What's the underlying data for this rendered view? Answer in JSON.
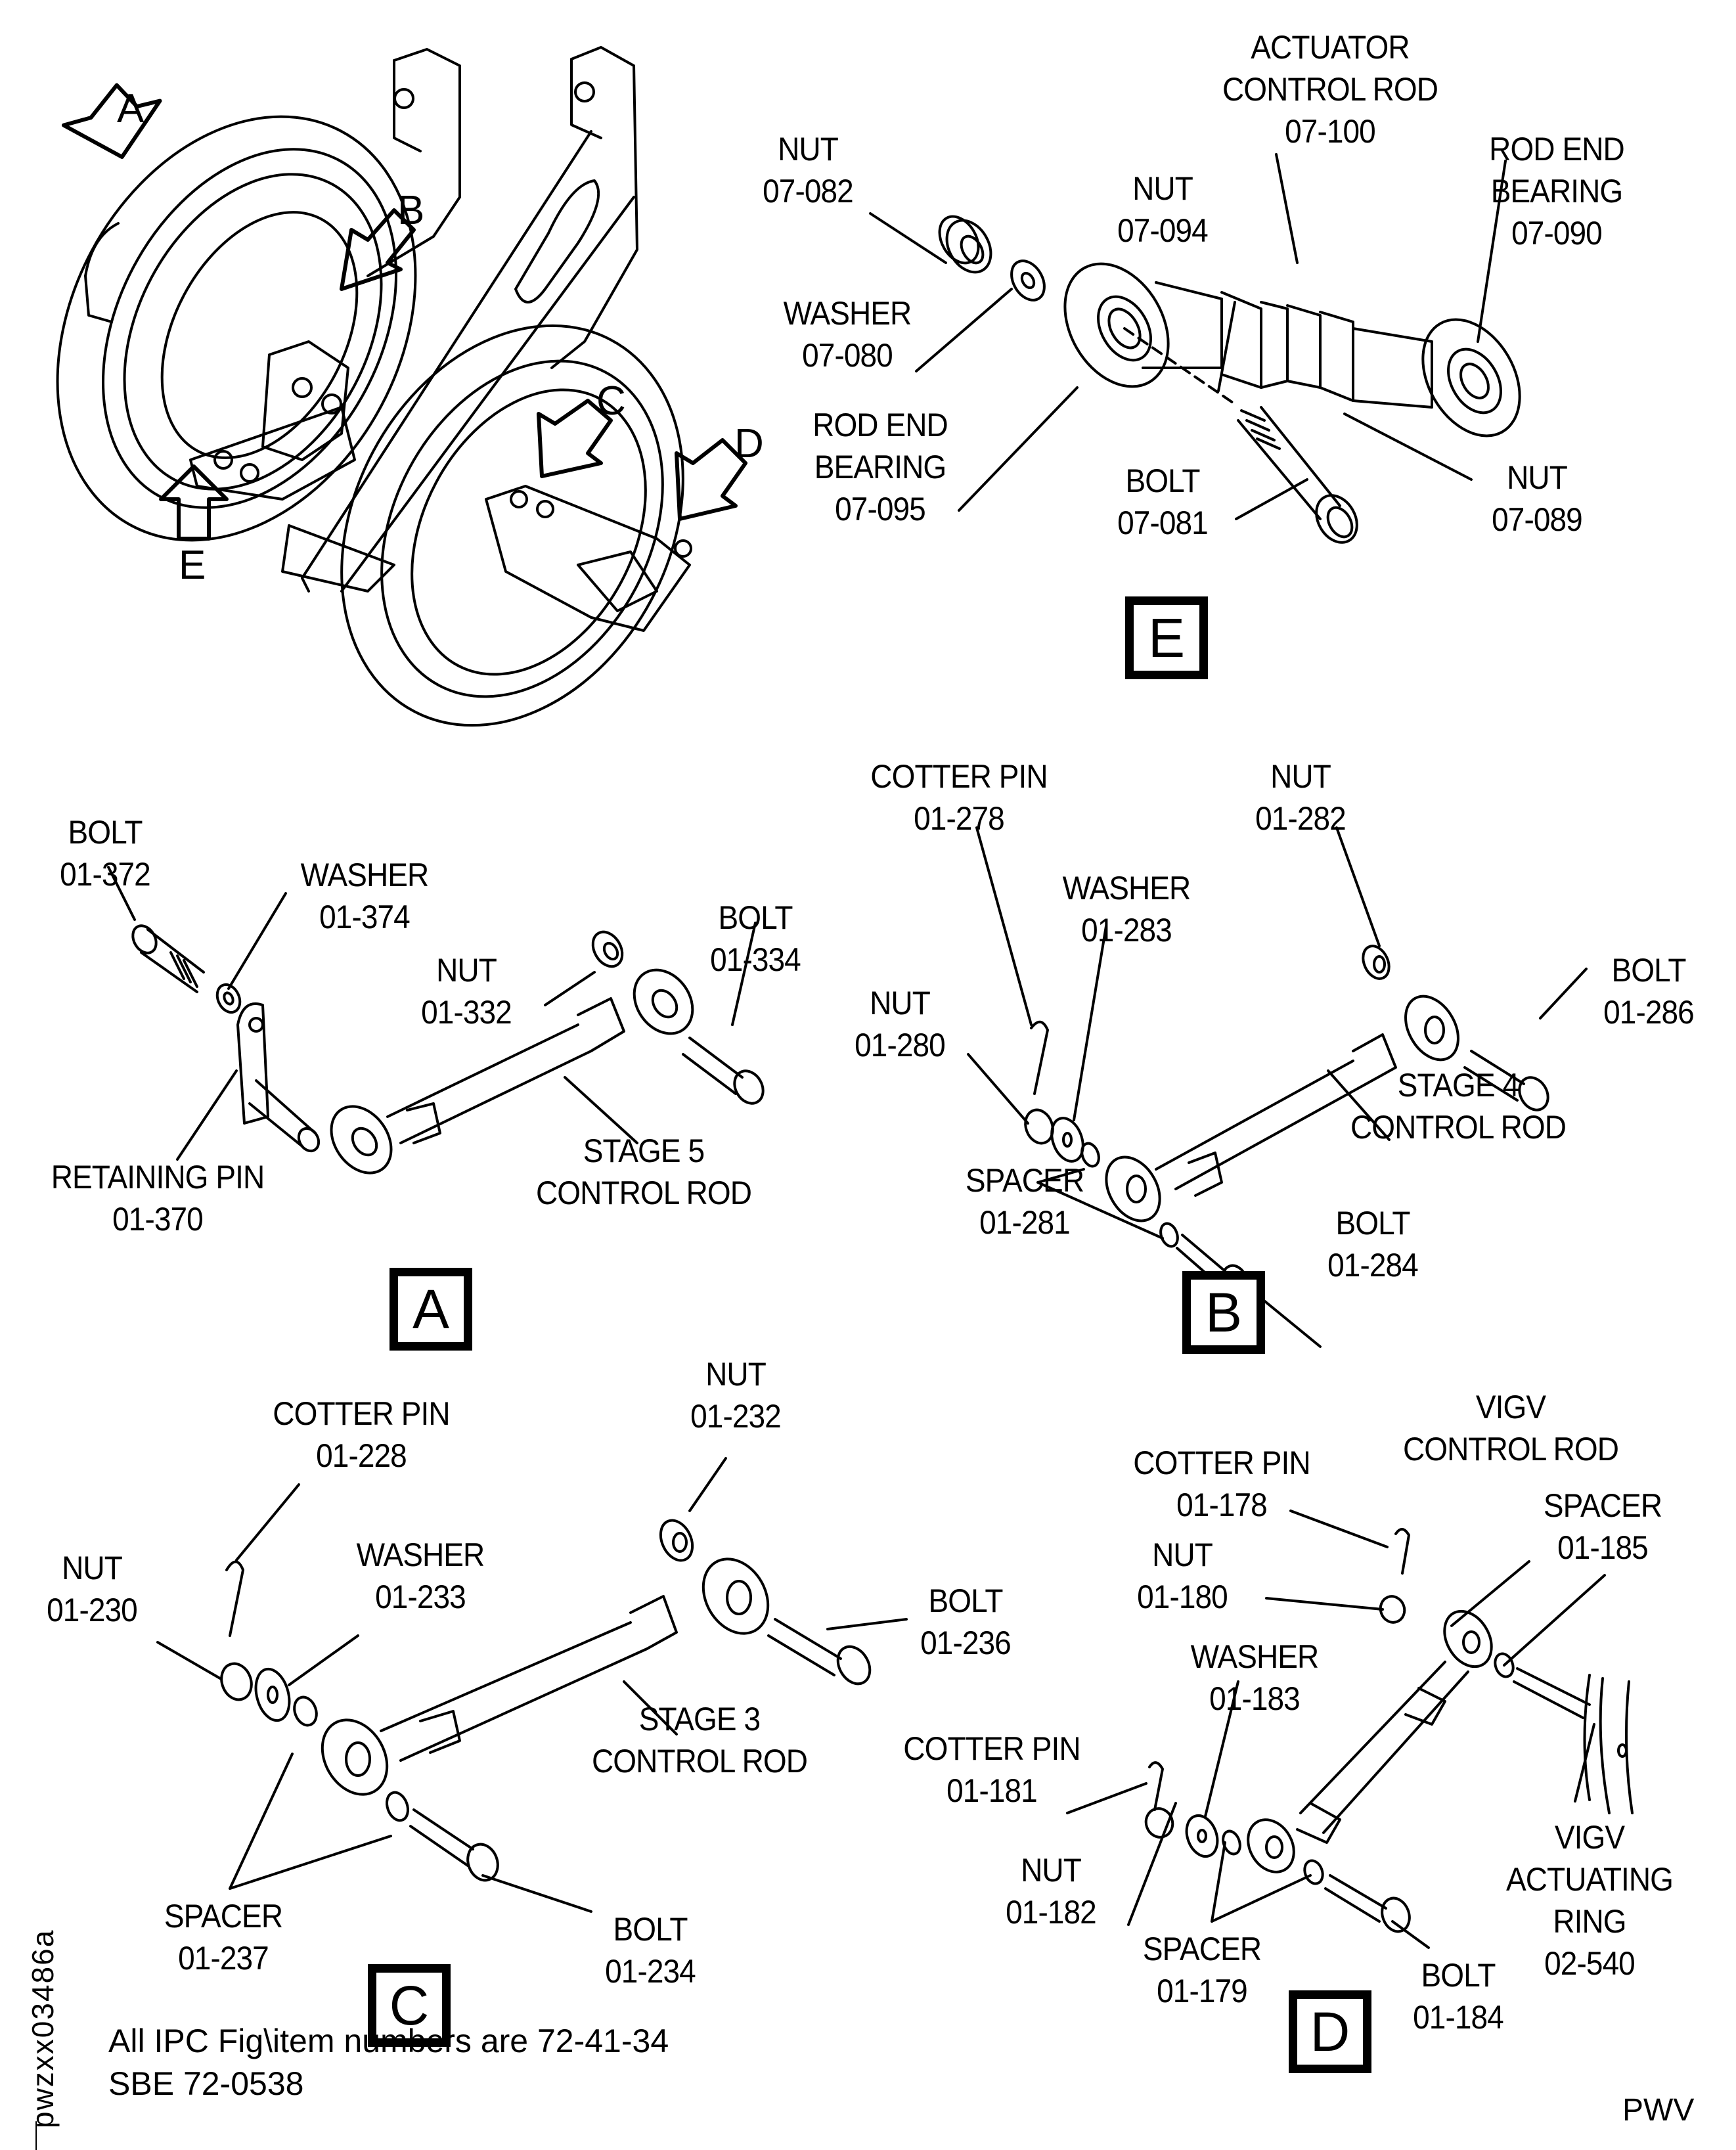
{
  "overview": {
    "callouts": [
      "A",
      "B",
      "C",
      "D",
      "E"
    ]
  },
  "view_e": {
    "view_label": "E",
    "parts": [
      {
        "name": "NUT",
        "item": "07-082"
      },
      {
        "name": "WASHER",
        "item": "07-080"
      },
      {
        "name": "ROD END BEARING",
        "item": "07-095"
      },
      {
        "name": "NUT",
        "item": "07-094"
      },
      {
        "name": "ACTUATOR CONTROL ROD",
        "item": "07-100"
      },
      {
        "name": "ROD END BEARING",
        "item": "07-090"
      },
      {
        "name": "BOLT",
        "item": "07-081"
      },
      {
        "name": "NUT",
        "item": "07-089"
      }
    ],
    "labels": {
      "nut_082": [
        "NUT",
        "07-082"
      ],
      "washer_080": [
        "WASHER",
        "07-080"
      ],
      "rod_end_095": [
        "ROD END",
        "BEARING",
        "07-095"
      ],
      "nut_094": [
        "NUT",
        "07-094"
      ],
      "actuator_100": [
        "ACTUATOR",
        "CONTROL ROD",
        "07-100"
      ],
      "rod_end_090": [
        "ROD END",
        "BEARING",
        "07-090"
      ],
      "bolt_081": [
        "BOLT",
        "07-081"
      ],
      "nut_089": [
        "NUT",
        "07-089"
      ]
    }
  },
  "view_a": {
    "view_label": "A",
    "labels": {
      "bolt_372": [
        "BOLT",
        "01-372"
      ],
      "washer_374": [
        "WASHER",
        "01-374"
      ],
      "nut_332": [
        "NUT",
        "01-332"
      ],
      "bolt_334": [
        "BOLT",
        "01-334"
      ],
      "pin_370": [
        "RETAINING PIN",
        "01-370"
      ],
      "rod_stage5": [
        "STAGE 5",
        "CONTROL ROD"
      ]
    }
  },
  "view_b": {
    "view_label": "B",
    "labels": {
      "cotter_278": [
        "COTTER PIN",
        "01-278"
      ],
      "nut_282": [
        "NUT",
        "01-282"
      ],
      "washer_283": [
        "WASHER",
        "01-283"
      ],
      "nut_280": [
        "NUT",
        "01-280"
      ],
      "bolt_286": [
        "BOLT",
        "01-286"
      ],
      "rod_stage4": [
        "STAGE 4",
        "CONTROL ROD"
      ],
      "spacer_281": [
        "SPACER",
        "01-281"
      ],
      "bolt_284": [
        "BOLT",
        "01-284"
      ]
    }
  },
  "view_c": {
    "view_label": "C",
    "labels": {
      "nut_232": [
        "NUT",
        "01-232"
      ],
      "cotter_228": [
        "COTTER PIN",
        "01-228"
      ],
      "nut_230": [
        "NUT",
        "01-230"
      ],
      "washer_233": [
        "WASHER",
        "01-233"
      ],
      "bolt_236": [
        "BOLT",
        "01-236"
      ],
      "rod_stage3": [
        "STAGE 3",
        "CONTROL ROD"
      ],
      "spacer_237": [
        "SPACER",
        "01-237"
      ],
      "bolt_234": [
        "BOLT",
        "01-234"
      ]
    }
  },
  "view_d": {
    "view_label": "D",
    "labels": {
      "cotter_178": [
        "COTTER PIN",
        "01-178"
      ],
      "vigv_rod": [
        "VIGV",
        "CONTROL ROD"
      ],
      "spacer_185": [
        "SPACER",
        "01-185"
      ],
      "nut_180": [
        "NUT",
        "01-180"
      ],
      "washer_183": [
        "WASHER",
        "01-183"
      ],
      "cotter_181": [
        "COTTER PIN",
        "01-181"
      ],
      "nut_182": [
        "NUT",
        "01-182"
      ],
      "spacer_179": [
        "SPACER",
        "01-179"
      ],
      "bolt_184": [
        "BOLT",
        "01-184"
      ],
      "vigv_ring": [
        "VIGV",
        "ACTUATING",
        "RING",
        "02-540"
      ]
    }
  },
  "notes": {
    "line1": "All IPC Fig\\item numbers are 72-41-34",
    "line2": "SBE 72-0538"
  },
  "figure_id": "pwzxx03486a",
  "corner_code": "PWV"
}
